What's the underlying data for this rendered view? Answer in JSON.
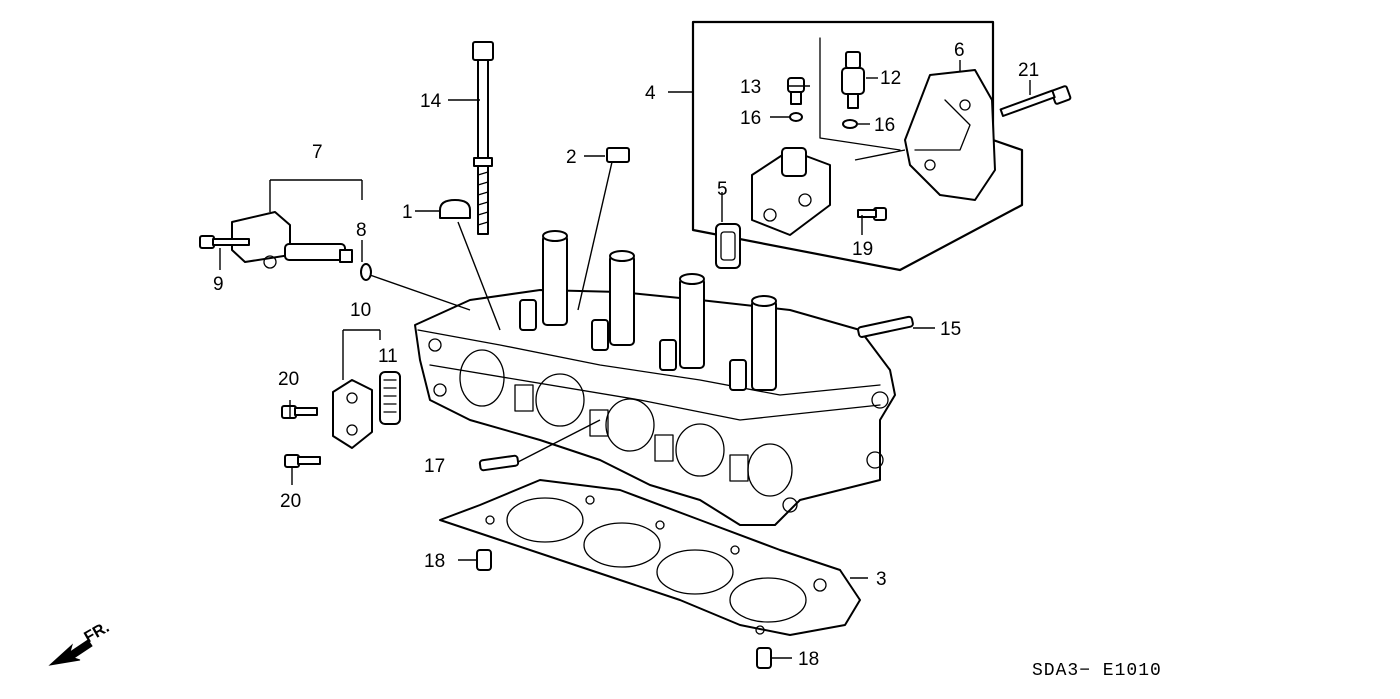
{
  "diagram": {
    "labels": {
      "p1": "1",
      "p2": "2",
      "p3": "3",
      "p4": "4",
      "p5": "5",
      "p6": "6",
      "p7": "7",
      "p8": "8",
      "p9": "9",
      "p10": "10",
      "p11": "11",
      "p12": "12",
      "p13": "13",
      "p14": "14",
      "p15": "15",
      "p16a": "16",
      "p16b": "16",
      "p17": "17",
      "p18a": "18",
      "p18b": "18",
      "p19": "19",
      "p20a": "20",
      "p20b": "20",
      "p21": "21"
    },
    "front_marker": "FR.",
    "diagram_code": "SDA3− E1010"
  }
}
